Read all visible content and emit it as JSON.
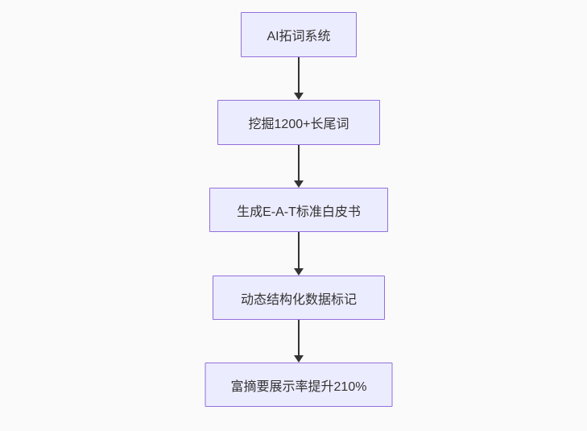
{
  "flowchart": {
    "nodes": [
      {
        "id": "node-ai-keyword-system",
        "label": "AI拓词系统"
      },
      {
        "id": "node-longtail-mining",
        "label": "挖掘1200+长尾词"
      },
      {
        "id": "node-eat-whitepaper",
        "label": "生成E-A-T标准白皮书"
      },
      {
        "id": "node-structured-data-markup",
        "label": "动态结构化数据标记"
      },
      {
        "id": "node-rich-snippet-result",
        "label": "富摘要展示率提升210%"
      }
    ],
    "colors": {
      "background": "#FAFAFA",
      "node_fill": "#ECECFF",
      "node_border": "#9370DB",
      "text": "#333333",
      "arrow": "#333333"
    }
  }
}
